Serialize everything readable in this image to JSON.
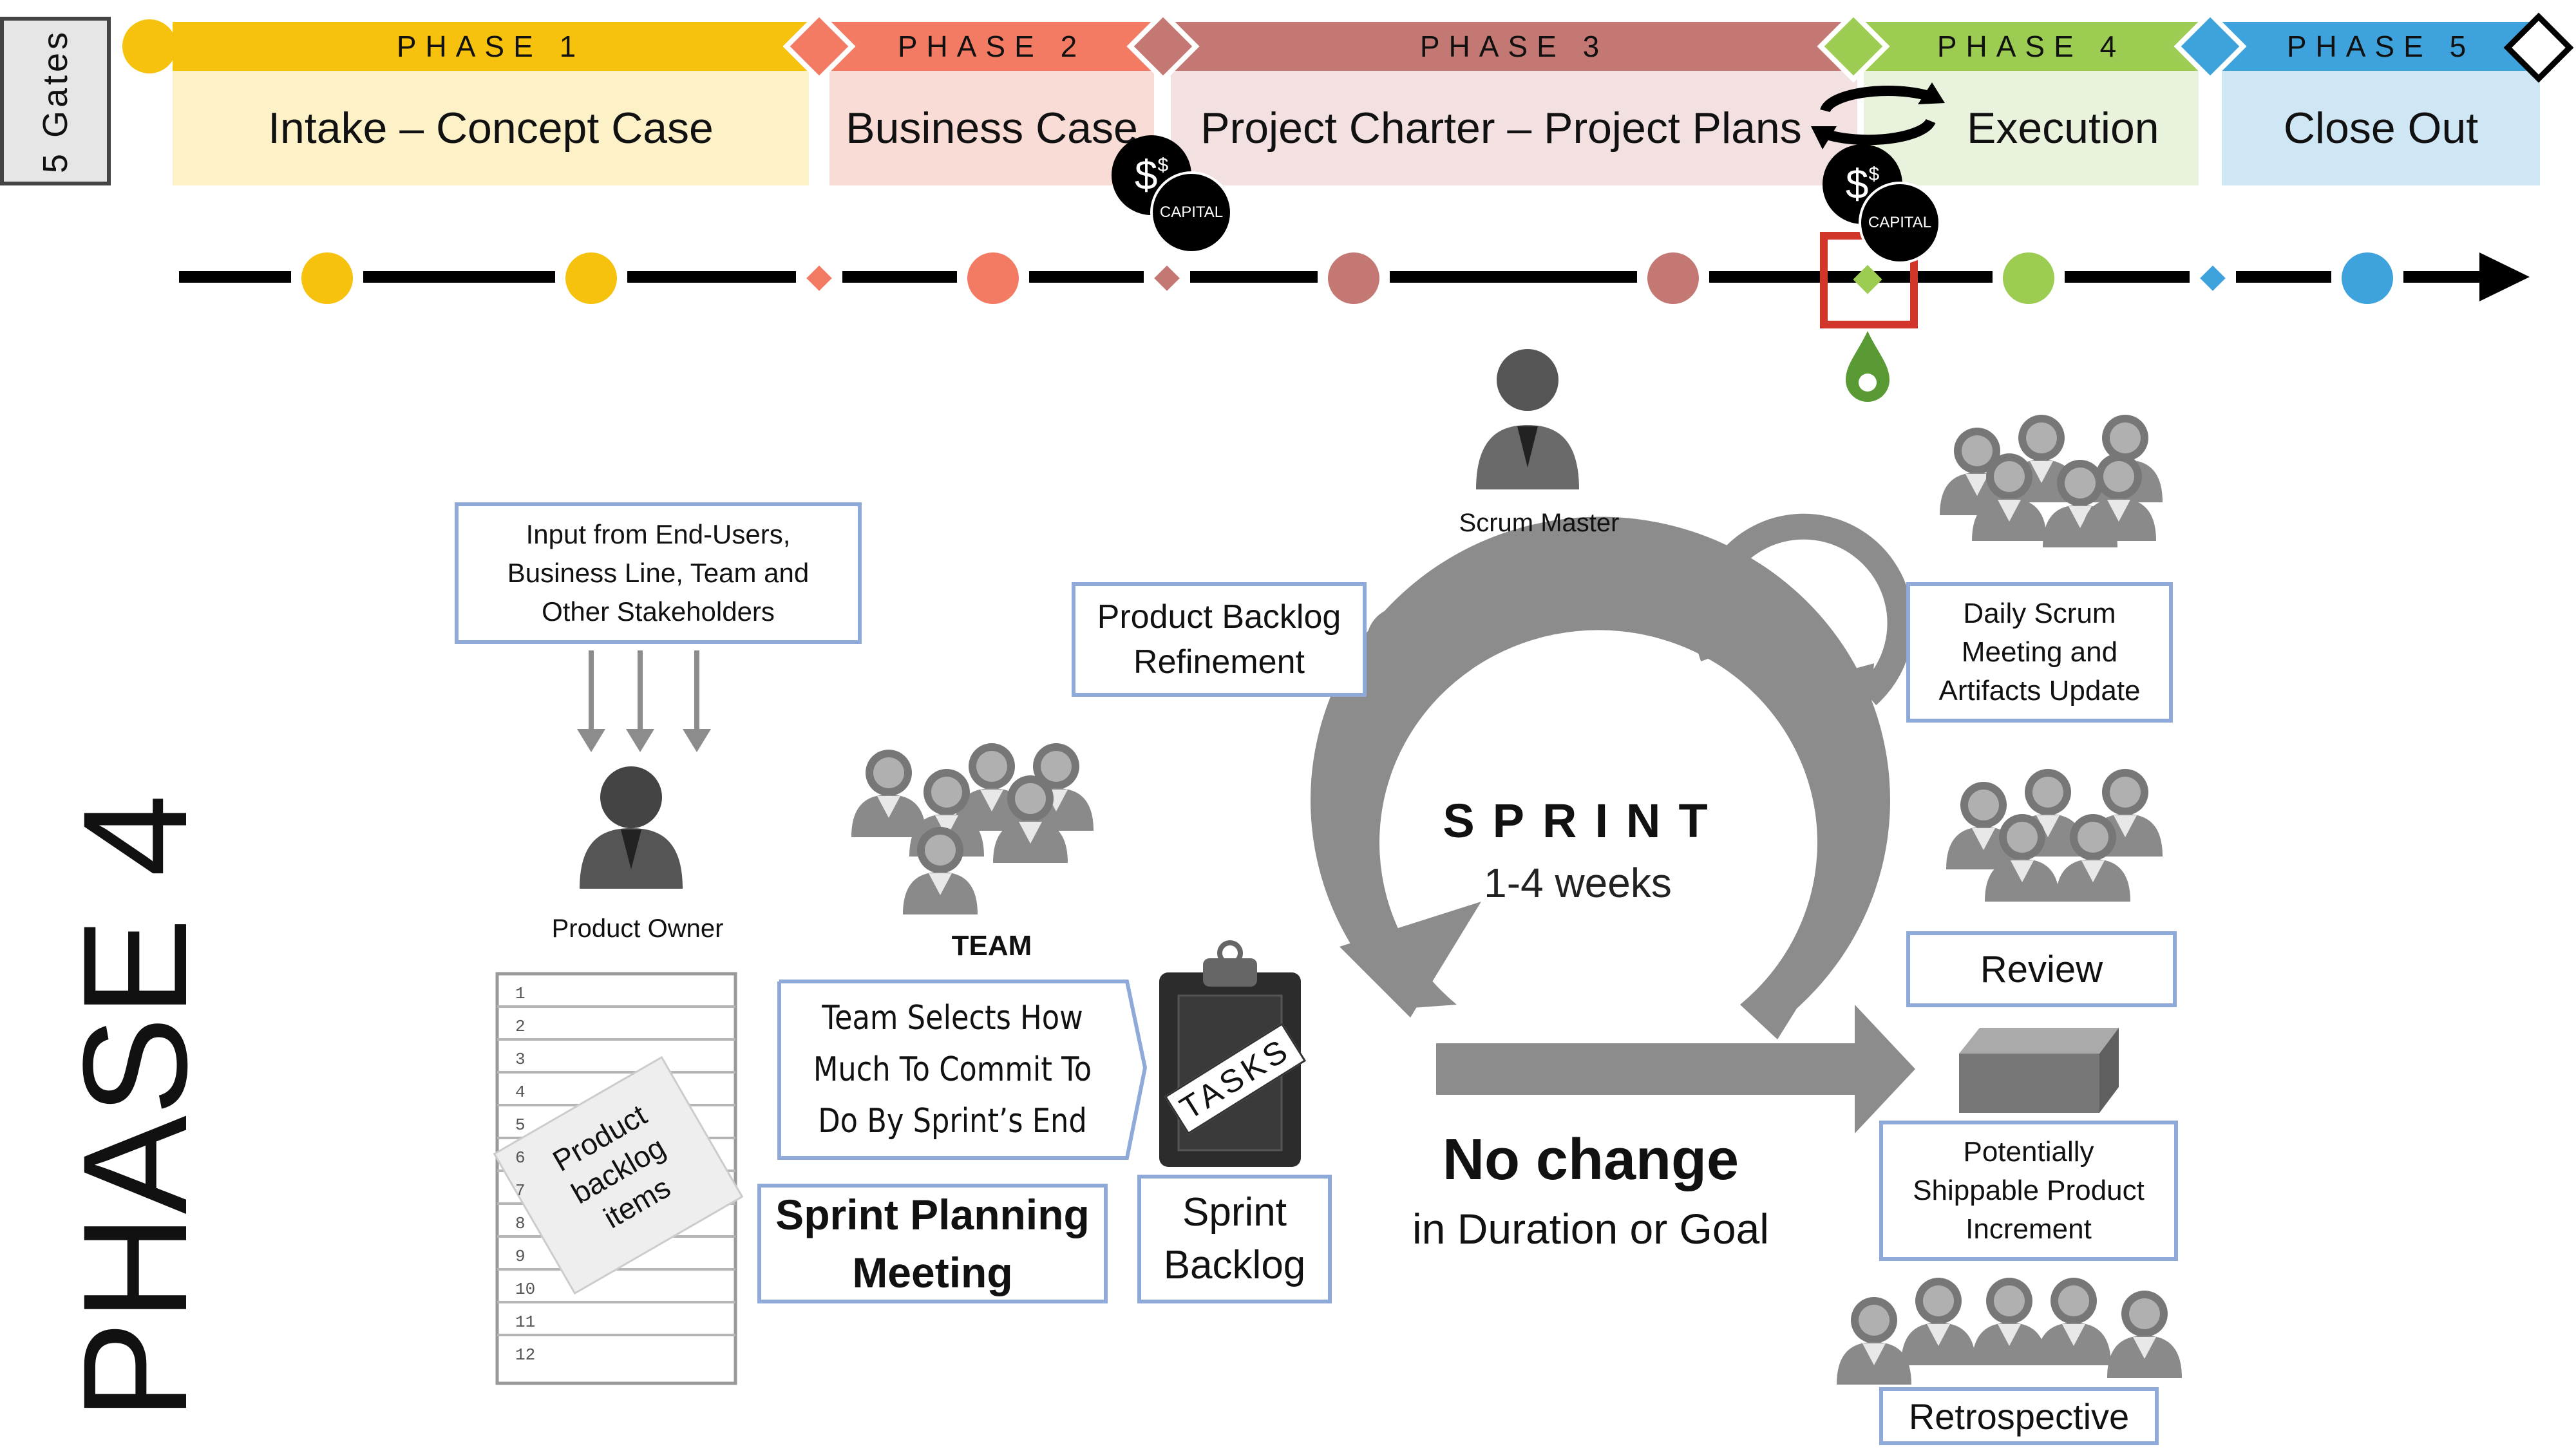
{
  "gates_label": "5 Gates",
  "phases": [
    {
      "head": "PHASE 1",
      "title": "Intake – Concept Case",
      "head_color": "#f7c20d",
      "body_color": "#fdf1c8"
    },
    {
      "head": "PHASE 2",
      "title": "Business Case",
      "head_color": "#f47b63",
      "body_color": "#fadcd6"
    },
    {
      "head": "PHASE 3",
      "title": "Project Charter – Project Plans",
      "head_color": "#c47873",
      "body_color": "#f2e1e0"
    },
    {
      "head": "PHASE 4",
      "title": "Execution",
      "head_color": "#9ccc52",
      "body_color": "#e9f2dc"
    },
    {
      "head": "PHASE 5",
      "title": "Close Out",
      "head_color": "#3ea3dc",
      "body_color": "#cfe6f5"
    }
  ],
  "capital_label": "CAPITAL",
  "capital_symbol": "$",
  "big_phase_label": "PHASE 4",
  "input_box": "Input from End-Users,\nBusiness Line, Team and\nOther Stakeholders",
  "product_owner": "Product Owner",
  "backlog_numbers": [
    "1",
    "2",
    "3",
    "4",
    "5",
    "6",
    "7",
    "8",
    "9",
    "10",
    "11",
    "12"
  ],
  "backlog_note": "Product\nbacklog\nitems",
  "team_label": "TEAM",
  "team_selects": "Team Selects How\nMuch To Commit To\nDo By Sprint’s End",
  "sprint_planning": "Sprint Planning\nMeeting",
  "tasks_label": "TASKS",
  "sprint_backlog": "Sprint\nBacklog",
  "refinement": "Product Backlog\nRefinement",
  "scrum_master": "Scrum Master",
  "sprint_title": "SPRINT",
  "sprint_duration": "1-4 weeks",
  "no_change": "No change",
  "no_change_sub": "in Duration or Goal",
  "daily_scrum": "Daily Scrum\nMeeting and\nArtifacts Update",
  "review": "Review",
  "increment": "Potentially\nShippable Product\nIncrement",
  "retrospective": "Retrospective",
  "colors": {
    "box_border": "#8fa9d9",
    "highlight": "#d2362b",
    "arrow_gray": "#8c8c8c",
    "pin_green": "#5a9a35"
  }
}
